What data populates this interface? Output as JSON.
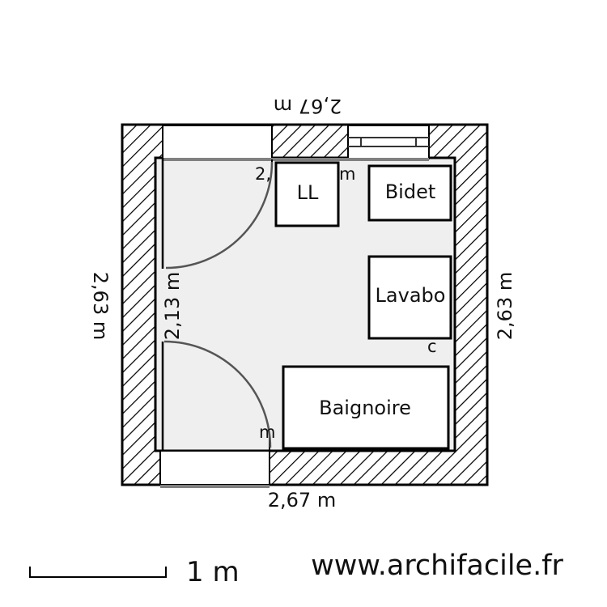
{
  "plan": {
    "dimensions": {
      "top": "2,67 m",
      "bottom": "2,67 m",
      "left": "2,63 m",
      "right": "2,63 m",
      "inner_left": "2,13 m",
      "hidden_fragments": [
        "2,",
        "m",
        "m",
        "c"
      ]
    },
    "fixtures": {
      "ll": "LL",
      "bidet": "Bidet",
      "lavabo": "Lavabo",
      "baignoire": "Baignoire"
    },
    "colors": {
      "floor": "#efefef",
      "wall": "#000000",
      "door_sill": "#808080"
    }
  },
  "scale": {
    "label": "1 m"
  },
  "footer": {
    "website": "www.archifacile.fr"
  }
}
